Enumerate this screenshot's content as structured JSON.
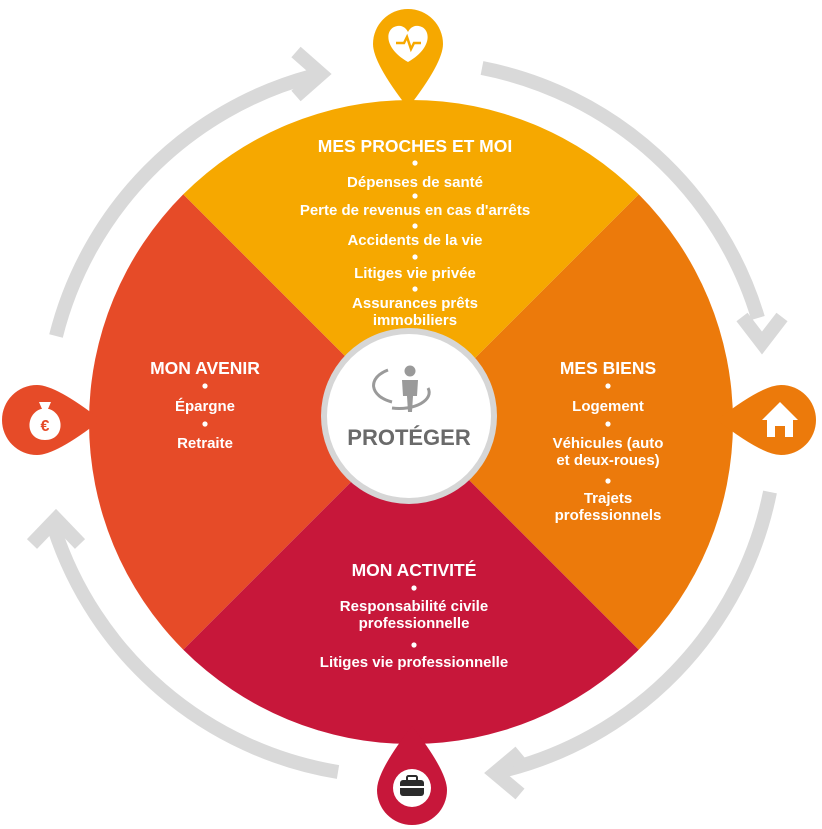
{
  "center": {
    "label": "PROTÉGER",
    "icon": "person-protection-icon"
  },
  "colors": {
    "top": "#f6a800",
    "right": "#ec7a0b",
    "bottom": "#c7173a",
    "left": "#e64b28",
    "cycle_arrows": "#d9d9d9",
    "center_text": "#6a6a6a",
    "center_icon": "#9a9a9a"
  },
  "sections": {
    "top": {
      "title": "MES PROCHES ET MOI",
      "icon": "heart-pulse-icon",
      "items": [
        "Dépenses de santé",
        "Perte de revenus en cas d'arrêts",
        "Accidents de la vie",
        "Litiges vie privée",
        "Assurances prêts immobiliers"
      ]
    },
    "right": {
      "title": "MES BIENS",
      "icon": "house-icon",
      "items": [
        "Logement",
        "Véhicules (auto et deux-roues)",
        "Trajets professionnels"
      ]
    },
    "bottom": {
      "title": "MON ACTIVITÉ",
      "icon": "briefcase-icon",
      "items": [
        "Responsabilité civile professionnelle",
        "Litiges vie professionnelle"
      ]
    },
    "left": {
      "title": "MON AVENIR",
      "icon": "money-bag-euro-icon",
      "items": [
        "Épargne",
        "Retraite"
      ]
    }
  }
}
